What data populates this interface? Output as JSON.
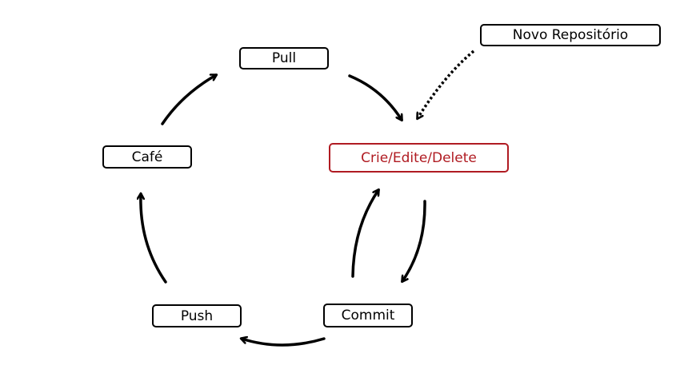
{
  "nodes": {
    "pull": {
      "label": "Pull"
    },
    "create_edit_delete": {
      "label": "Crie/Edite/Delete"
    },
    "new_repository": {
      "label": "Novo Repositório"
    },
    "cafe": {
      "label": "Café"
    },
    "push": {
      "label": "Push"
    },
    "commit": {
      "label": "Commit"
    }
  },
  "colors": {
    "accent": "#b01b22",
    "stroke": "#000000",
    "background": "#ffffff"
  }
}
